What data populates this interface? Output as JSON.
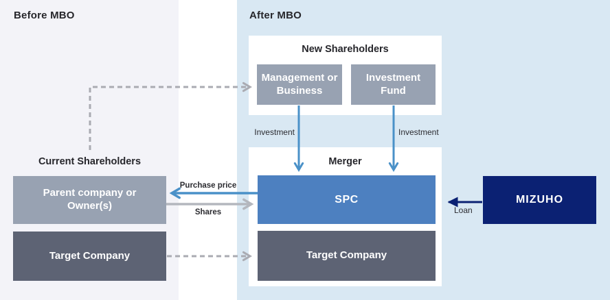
{
  "before": {
    "title": "Before MBO",
    "current_shareholders_label": "Current Shareholders",
    "parent_box_label": "Parent company or Owner(s)",
    "target_box_label": "Target Company"
  },
  "after": {
    "title": "After MBO",
    "new_shareholders": {
      "title": "New Shareholders",
      "management_box_label": "Management or Business",
      "investment_fund_box_label": "Investment Fund"
    },
    "merger": {
      "title": "Merger",
      "spc_box_label": "SPC",
      "target_box_label": "Target Company"
    },
    "mizuho_box_label": "MIZUHO"
  },
  "flows": {
    "investment_left_label": "Investment",
    "investment_right_label": "Investment",
    "purchase_price_label": "Purchase price",
    "shares_label": "Shares",
    "loan_label": "Loan"
  },
  "colors": {
    "panel_before_bg": "#f3f3f8",
    "panel_after_bg": "#d9e8f3",
    "gray_box": "#98a2b2",
    "dark_box": "#5d6374",
    "spc_blue": "#4d80c0",
    "mizuho_navy": "#0b2173",
    "arrow_blue": "#4a91c8",
    "arrow_gray": "#b4b7be",
    "arrow_dashed_gray": "#aaabb2",
    "arrow_navy": "#0a2173"
  }
}
